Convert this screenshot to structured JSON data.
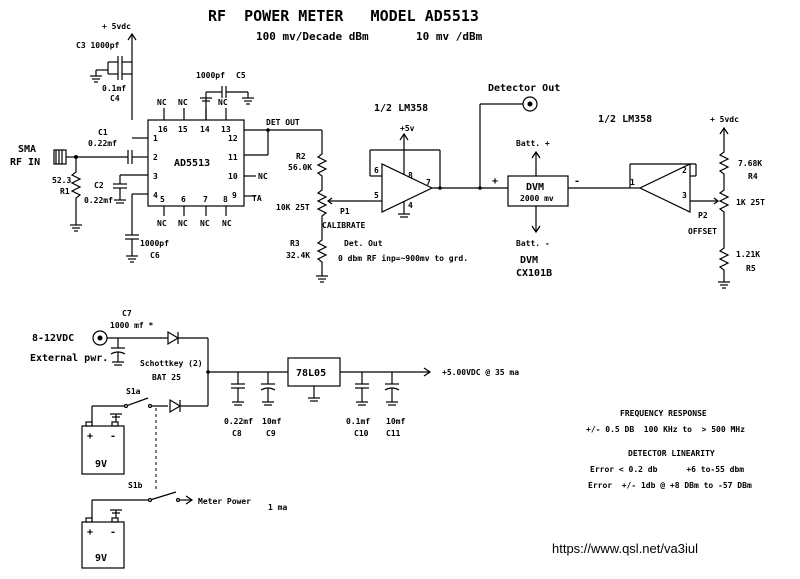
{
  "title": "RF  POWER METER   MODEL AD5513",
  "subtitle_left": "100 mv/Decade dBm",
  "subtitle_right": "10 mv /dBm",
  "supply_top": "+ 5vdc",
  "c3": "C3 1000pf",
  "c4_val": "0.1mf",
  "c4": "C4",
  "c5_val": "1000pf",
  "c5": "C5",
  "c1": "C1",
  "c1_val": "0.22mf",
  "c2": "C2",
  "c2_val": "0.22mf",
  "c6_val": "1000pf",
  "c6": "C6",
  "sma_line1": "SMA",
  "sma_line2": "RF IN",
  "r1_val": "52.3",
  "r1": "R1",
  "ic_name": "AD5513",
  "pins_top": [
    "16",
    "15",
    "14",
    "13"
  ],
  "pins_bottom": [
    "5",
    "6",
    "7",
    "8"
  ],
  "pins_left": [
    "1",
    "2",
    "3",
    "4"
  ],
  "pins_right": [
    "12",
    "11",
    "10",
    "9"
  ],
  "nc": "NC",
  "ta": "TA",
  "det_out": "DET OUT",
  "r2": "R2",
  "r2_val": "56.0K",
  "p1_val": "10K 25T",
  "p1": "P1",
  "calibrate": "CALIBRATE",
  "r3": "R3",
  "r3_val": "32.4K",
  "opamp1_label": "1/2 LM358",
  "opamp1_supply": "+5v",
  "opamp1_pins": [
    "6",
    "8",
    "7",
    "5",
    "4"
  ],
  "det_out_note1": "Det. Out",
  "det_out_note2": "0 dbm RF inp=~900mv to grd.",
  "detector_out": "Detector Out",
  "batt_plus": "Batt. +",
  "batt_minus": "Batt. -",
  "dvm_box": "DVM",
  "dvm_range": "2000 mv",
  "dvm_label": "DVM",
  "dvm_model": "CX101B",
  "plus_sign": "+",
  "minus_sign": "-",
  "opamp2_label": "1/2 LM358",
  "opamp2_pins": [
    "1",
    "2",
    "3"
  ],
  "supply_right": "+ 5vdc",
  "r4_val": "7.68K",
  "r4": "R4",
  "p2_val": "1K 25T",
  "p2": "P2",
  "offset": "OFFSET",
  "r5_val": "1.21K",
  "r5": "R5",
  "c7": "C7",
  "c7_val": "1000 mf *",
  "ext_v": "8-12VDC",
  "ext_pwr": "External pwr.",
  "schottky_line1": "Schottkey (2)",
  "schottky_line2": "BAT 25",
  "reg": "78L05",
  "out_supply": "+5.00VDC @ 35 ma",
  "c8_val": "0.22mf",
  "c8": "C8",
  "c9_val": "10mf",
  "c9": "C9",
  "c10_val": "0.1mf",
  "c10": "C10",
  "c11_val": "10mf",
  "c11": "C11",
  "s1a": "S1a",
  "s1b": "S1b",
  "battery1": "9V",
  "battery2": "9V",
  "meter_power": "Meter Power",
  "meter_current": "1 ma",
  "freq_title": "FREQUENCY RESPONSE",
  "freq_line": "+/- 0.5 DB  100 KHz to  > 500 MHz",
  "lin_title": "DETECTOR LINEARITY",
  "lin_line1": "Error < 0.2 db      +6 to-55 dbm",
  "lin_line2": "Error  +/- 1db @ +8 DBm to -57 DBm",
  "url": "https://www.qsl.net/va3iul"
}
